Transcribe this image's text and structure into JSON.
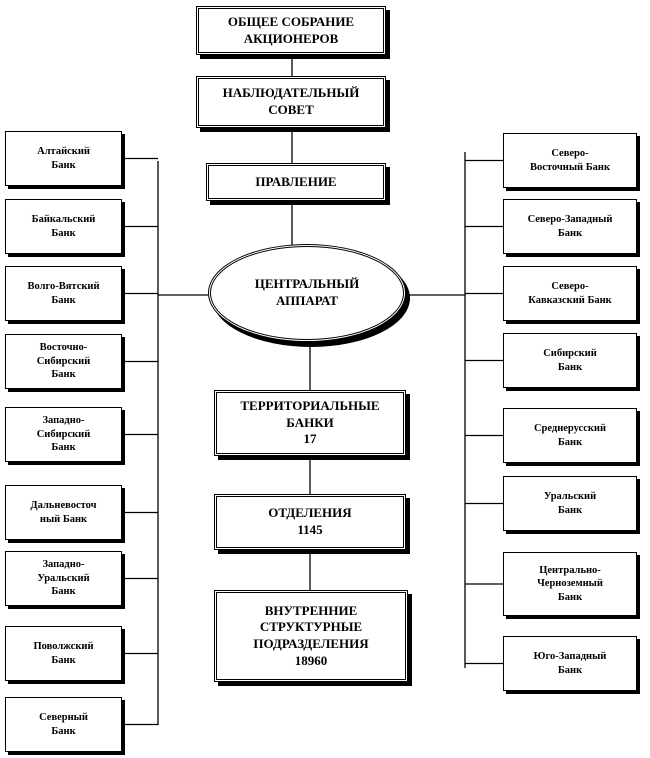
{
  "center": {
    "shareholders": "ОБЩЕЕ СОБРАНИЕ\nАКЦИОНЕРОВ",
    "supervisory_board": "НАБЛЮДАТЕЛЬНЫЙ\nСОВЕТ",
    "management_board": "ПРАВЛЕНИЕ",
    "central_office": "ЦЕНТРАЛЬНЫЙ\nАППАРАТ",
    "territorial_banks": "ТЕРРИТОРИАЛЬНЫЕ\nБАНКИ\n17",
    "branches": "ОТДЕЛЕНИЯ\n1145",
    "internal_units": "ВНУТРЕННИЕ\nСТРУКТУРНЫЕ\nПОДРАЗДЕЛЕНИЯ\n18960"
  },
  "left_banks": [
    "Алтайский\nБанк",
    "Байкальский\nБанк",
    "Волго-Вятский\nБанк",
    "Восточно-\nСибирский\nБанк",
    "Западно-\nСибирский\nБанк",
    "Дальневосточ\nный Банк",
    "Западно-\nУральский\nБанк",
    "Поволжский\nБанк",
    "Северный\nБанк"
  ],
  "right_banks": [
    "Северо-\nВосточный Банк",
    "Северо-Западный\nБанк",
    "Северо-\nКавказский Банк",
    "Сибирский\nБанк",
    "Среднерусский\nБанк",
    "Уральский\nБанк",
    "Центрально-\nЧерноземный\nБанк",
    "Юго-Западный\nБанк"
  ]
}
